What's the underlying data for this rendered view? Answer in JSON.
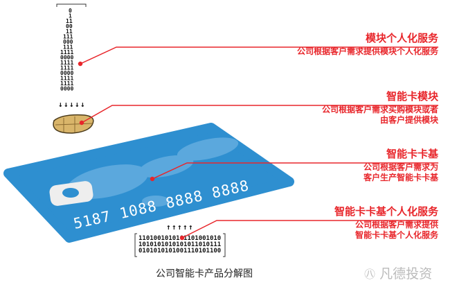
{
  "callouts": [
    {
      "title": "模块个人化服务",
      "desc": [
        "公司根据客户需求提供模块个人化服务"
      ]
    },
    {
      "title": "智能卡模块",
      "desc": [
        "公司根据客户需求买购模块或者",
        "由客户提供模块"
      ]
    },
    {
      "title": "智能卡卡基",
      "desc": [
        "公司根据客户需求为",
        "客户生产智能卡卡基"
      ]
    },
    {
      "title": "智能卡卡基个人化服务",
      "desc": [
        "公司根据客户需求提供",
        "智能卡卡基个人化服务"
      ]
    }
  ],
  "card": {
    "number": "5187 1088 8888 8888",
    "color": "#2e8fd0"
  },
  "caption": "公司智能卡产品分解图",
  "watermark": "凡德投资",
  "accent": "#e8262b"
}
